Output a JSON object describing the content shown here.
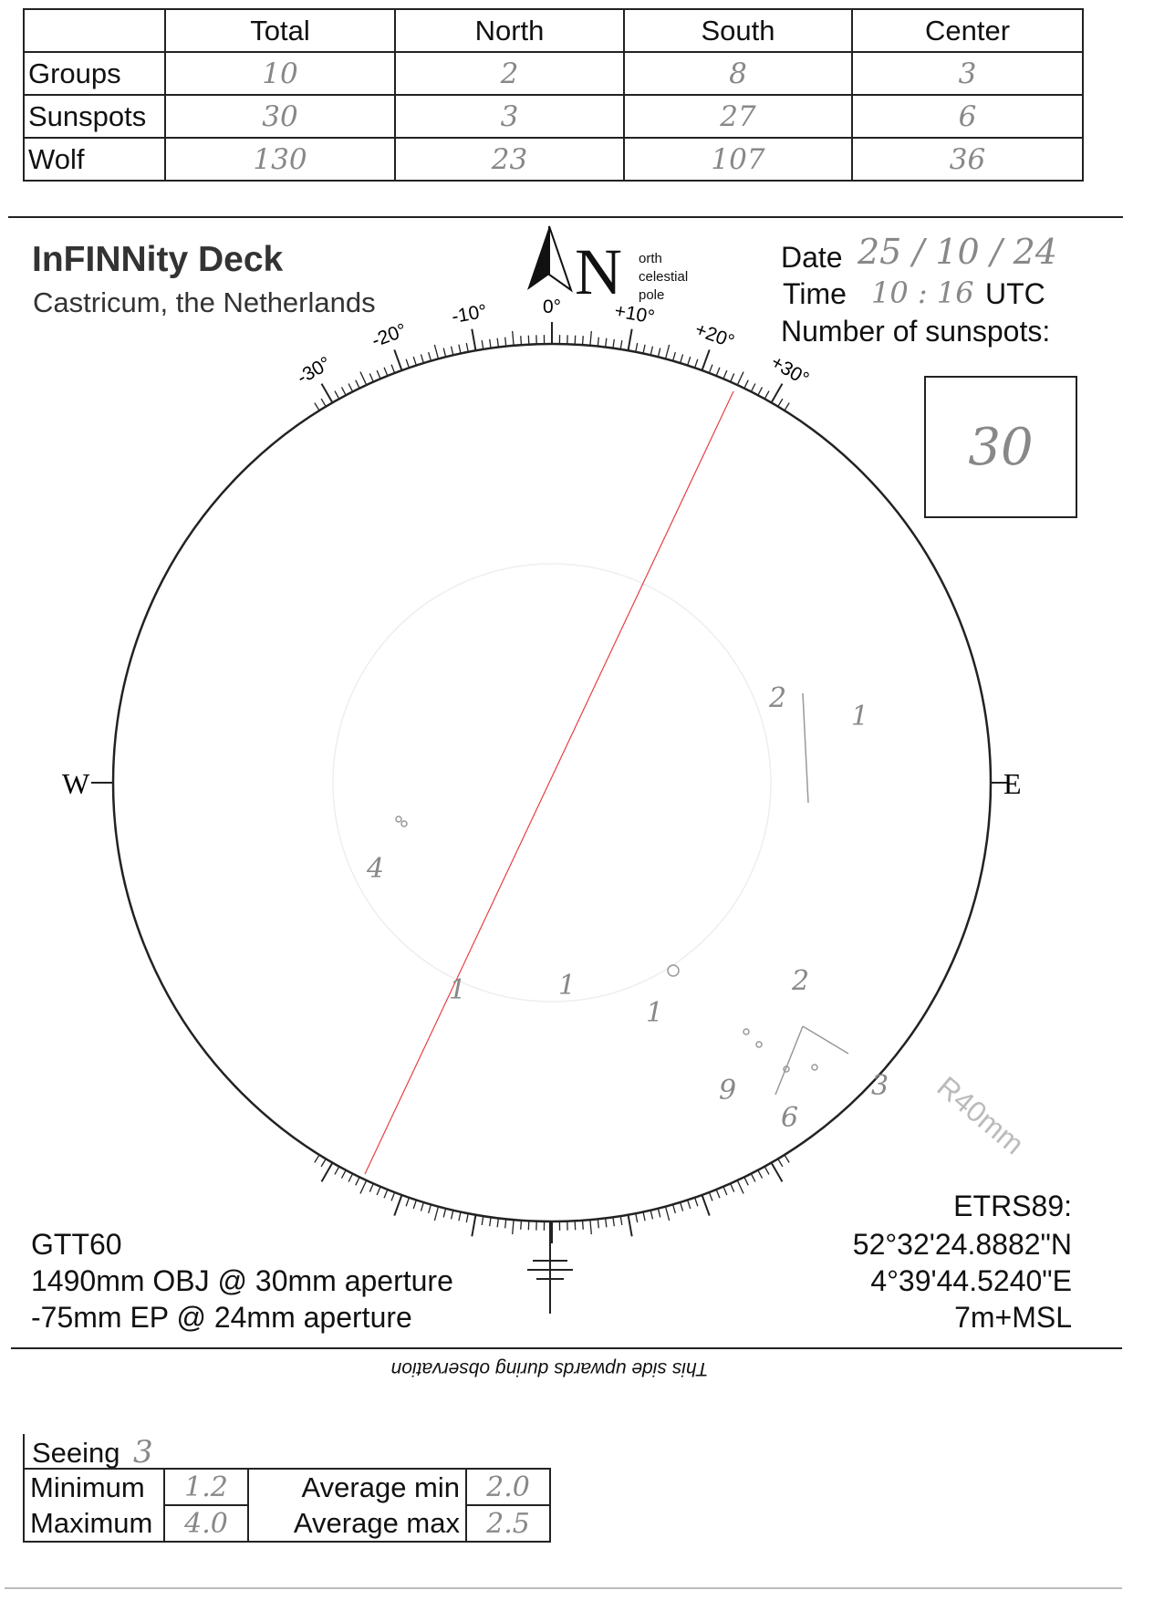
{
  "counts_table": {
    "headers": [
      "",
      "Total",
      "North",
      "South",
      "Center"
    ],
    "rows": [
      {
        "label": "Groups",
        "values": [
          "10",
          "2",
          "8",
          "3"
        ]
      },
      {
        "label": "Sunspots",
        "values": [
          "30",
          "3",
          "27",
          "6"
        ]
      },
      {
        "label": "Wolf",
        "values": [
          "130",
          "23",
          "107",
          "36"
        ]
      }
    ]
  },
  "header": {
    "title": "InFINNity Deck",
    "location": "Castricum, the Netherlands",
    "north_letter": "N",
    "north_note": [
      "orth",
      "celestial",
      "pole"
    ]
  },
  "observation": {
    "date_label": "Date",
    "date_value": "25 / 10 / 24",
    "time_label": "Time",
    "time_value": "10 : 16",
    "time_zone": "UTC",
    "sunspots_label": "Number of sunspots:",
    "sunspots_value": "30"
  },
  "disk": {
    "scale_labels": [
      "-30°",
      "-20°",
      "-10°",
      "0°",
      "+10°",
      "+20°",
      "+30°"
    ],
    "west": "W",
    "east": "E",
    "radius_label": "R40mm",
    "annotations": [
      "2",
      "1",
      "4",
      "1",
      "1",
      "1",
      "2",
      "9",
      "6",
      "3"
    ]
  },
  "instrument": {
    "name": "GTT60",
    "objective": "1490mm OBJ @ 30mm aperture",
    "eyepiece": "-75mm EP @ 24mm aperture"
  },
  "coordinates": {
    "datum": "ETRS89:",
    "lat": "52°32'24.8882\"N",
    "lon": "4°39'44.5240\"E",
    "alt": "7m+MSL"
  },
  "orientation_note": "This side upwards during observation",
  "seeing": {
    "label": "Seeing",
    "value": "3",
    "min_label": "Minimum",
    "min_value": "1.2",
    "max_label": "Maximum",
    "max_value": "4.0",
    "avg_min_label": "Average min",
    "avg_min_value": "2.0",
    "avg_max_label": "Average max",
    "avg_max_value": "2.5"
  },
  "colors": {
    "ink": "#111111",
    "pencil": "#888888",
    "red_line": "#e84040"
  }
}
